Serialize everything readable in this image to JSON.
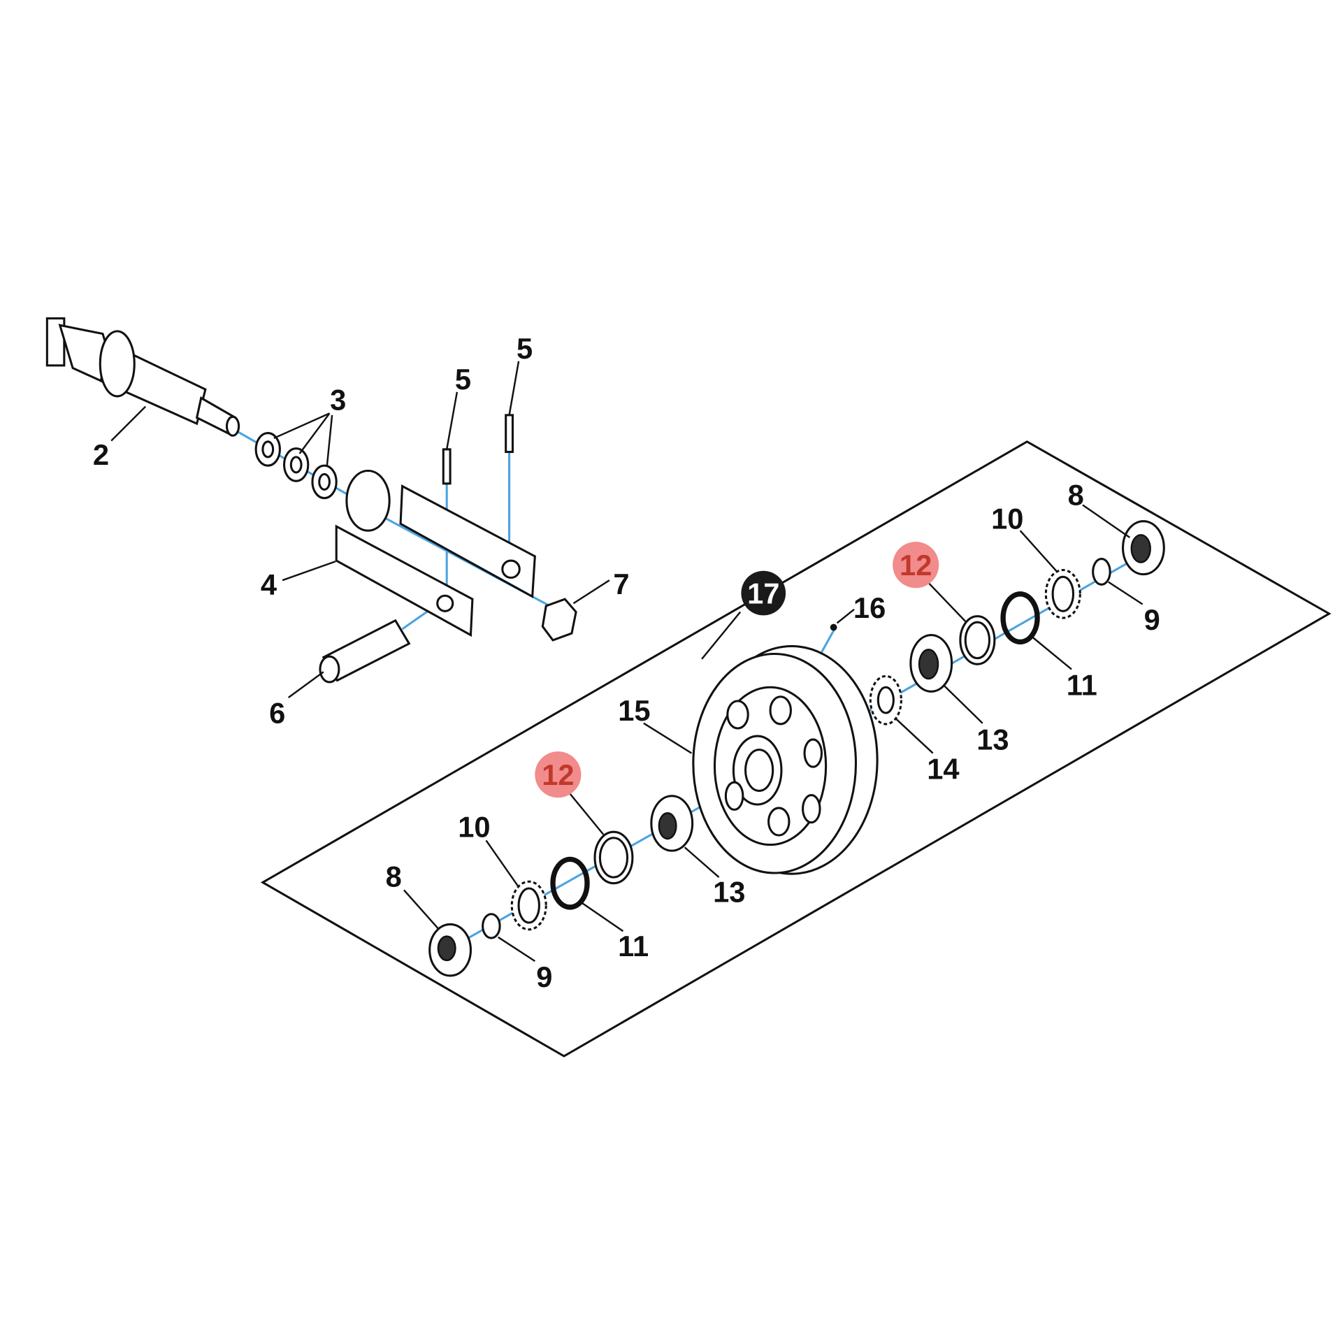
{
  "diagram": {
    "callouts": {
      "shaft": "2",
      "washers": "3",
      "yoke": "4",
      "pin_a": "5",
      "pin_b": "5",
      "bolt_pin": "6",
      "nut": "7",
      "seal_right": "8",
      "seal_left": "8",
      "oring_right": "9",
      "oring_left": "9",
      "lockwasher_right": "10",
      "lockwasher_left": "10",
      "ring_right": "11",
      "ring_left": "11",
      "highlighted_right": "12",
      "highlighted_left": "12",
      "bearing_right": "13",
      "bearing_left": "13",
      "lockring": "14",
      "idler_wheel": "15",
      "grease_fitting": "16",
      "assembly": "17"
    },
    "colors": {
      "highlight": "#f28b8b",
      "highlight_text": "#c0392b",
      "axis_line": "#4aa3df",
      "assembly_badge": "#1a1a1a"
    }
  }
}
